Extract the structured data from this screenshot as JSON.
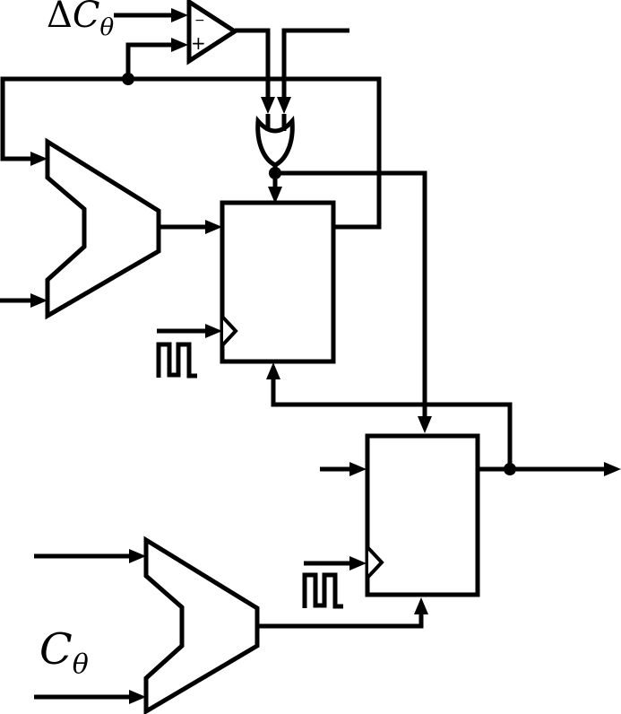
{
  "diagram": {
    "type": "digital-circuit-schematic",
    "labels": {
      "delta_c_theta": {
        "delta": "Δ",
        "base": "C",
        "sub": "θ"
      },
      "c_theta": {
        "base": "C",
        "sub": "θ"
      }
    },
    "comparator": {
      "minus_label": "−",
      "plus_label": "+"
    },
    "icons": {
      "clock_waveform": "square-wave-pulse-train",
      "clock_edge": "edge-triggered-triangle",
      "junction": "solder-dot",
      "arrowhead": "filled-triangle"
    },
    "colors": {
      "line": "#000000",
      "background": "#ffffff"
    }
  }
}
